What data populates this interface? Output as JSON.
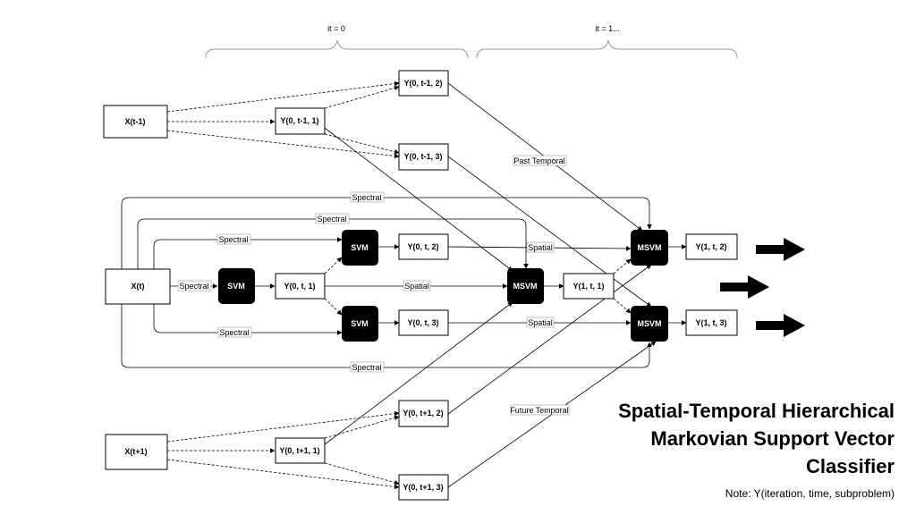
{
  "brackets": {
    "it0": "it = 0",
    "it1": "it = 1..."
  },
  "nodes": {
    "x_tm1": "X(t-1)",
    "x_t": "X(t)",
    "x_tp1": "X(t+1)",
    "y0_tm1_1": "Y(0, t-1, 1)",
    "y0_tm1_2": "Y(0, t-1, 2)",
    "y0_tm1_3": "Y(0, t-1, 3)",
    "y0_t_1": "Y(0, t, 1)",
    "y0_t_2": "Y(0, t, 2)",
    "y0_t_3": "Y(0, t, 3)",
    "y0_tp1_1": "Y(0, t+1, 1)",
    "y0_tp1_2": "Y(0, t+1, 2)",
    "y0_tp1_3": "Y(0, t+1, 3)",
    "y1_t_1": "Y(1, t, 1)",
    "y1_t_2": "Y(1, t, 2)",
    "y1_t_3": "Y(1, t, 3)",
    "svm": "SVM",
    "msvm": "MSVM"
  },
  "edge_labels": {
    "spectral": "Spectral",
    "spatial": "Spatial",
    "past_temporal": "Past Temporal",
    "future_temporal": "Future Temporal"
  },
  "title": "Spatial-Temporal Hierarchical Markovian Support Vector Classifier",
  "note": "Note: Y(iteration, time, subproblem)"
}
